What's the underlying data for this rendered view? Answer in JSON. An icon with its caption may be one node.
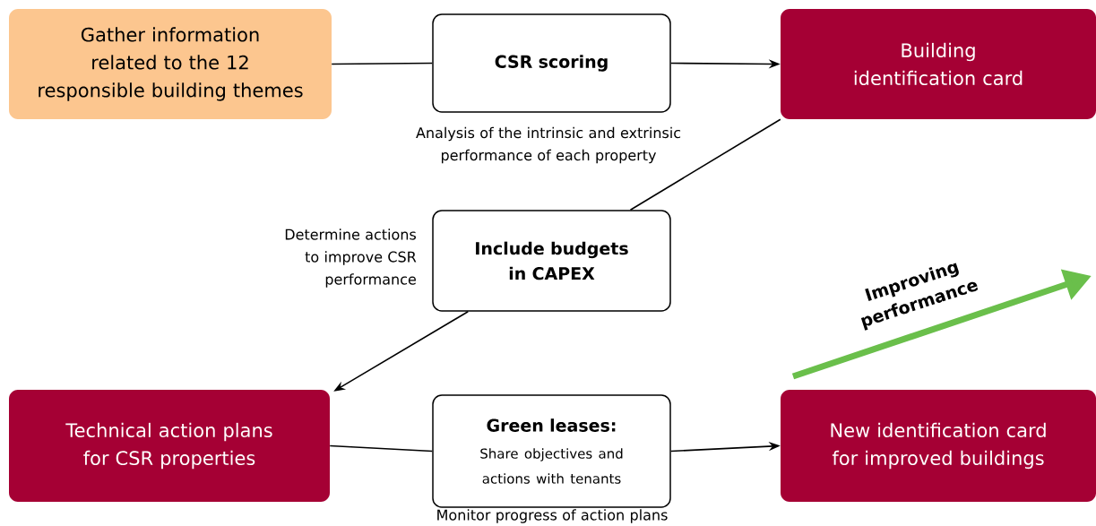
{
  "diagram": {
    "nodes": [
      {
        "text": [
          "Gather information related to the 12 responsible building themes"
        ]
      },
      {
        "text": [
          "CSR scoring"
        ],
        "beside": [
          "Analysis of the intrinsic and extrinsic performance of each property"
        ]
      },
      {
        "text": [
          "Building identification card"
        ]
      },
      {
        "text": [
          "Include budgets in CAPEX"
        ],
        "beside": [
          "Determine actions to improve CSR performance"
        ]
      },
      {
        "text": [
          "Technical action plans for CSR properties"
        ]
      },
      {
        "text": [
          "Green leases:",
          "Share objectives and actions with tenants"
        ],
        "beside": [
          "Monitor progress of action plans"
        ]
      },
      {
        "text": [
          "New identification card for improved buildings"
        ]
      }
    ],
    "edges": [
      {
        "from": 0,
        "to": 1,
        "arrow": "none"
      },
      {
        "from": 1,
        "to": 2,
        "arrow": "to"
      },
      {
        "from": 2,
        "to": 3,
        "arrow": "none"
      },
      {
        "from": 3,
        "to": 4,
        "arrow": "to"
      },
      {
        "from": 4,
        "to": 5,
        "arrow": "none"
      },
      {
        "from": 5,
        "to": 6,
        "arrow": "to"
      }
    ],
    "labels": [
      "Improving performance"
    ]
  }
}
